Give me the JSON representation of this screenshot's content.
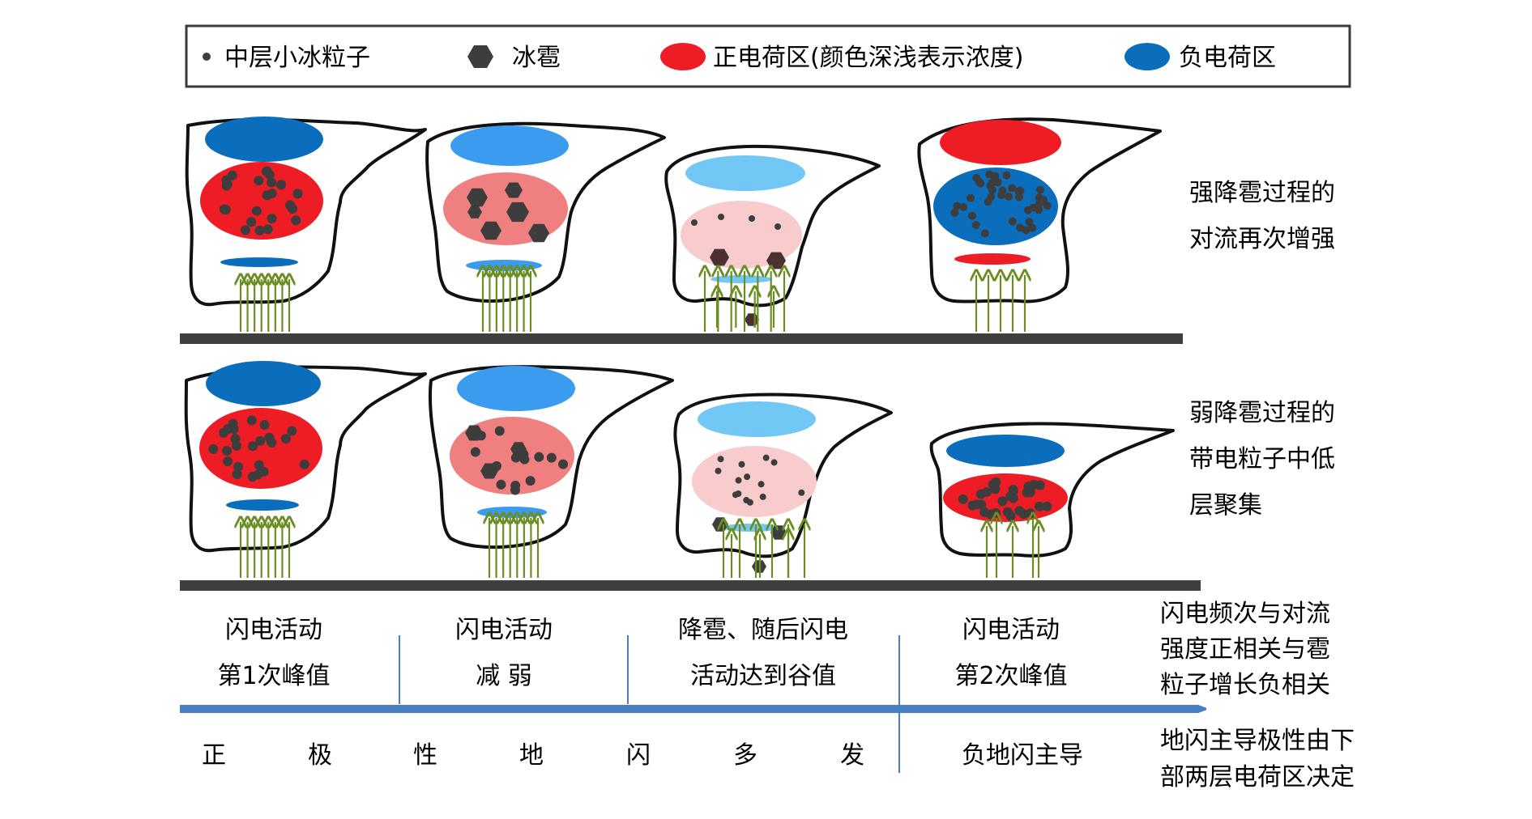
{
  "legend": {
    "small_ice": "中层小冰粒子",
    "hail": "冰雹",
    "positive": "正电荷区(颜色深浅表示浓度)",
    "negative": "负电荷区"
  },
  "rows": [
    {
      "note": [
        "强降雹过程的",
        "对流再次增强"
      ]
    },
    {
      "note": [
        "弱降雹过程的",
        "带电粒子中低",
        "层聚集"
      ]
    }
  ],
  "stages": [
    {
      "label": [
        "闪电活动",
        "第1次峰值"
      ]
    },
    {
      "label": [
        "闪电活动",
        "减 弱"
      ]
    },
    {
      "label": [
        "降雹、随后闪电",
        "活动达到谷值"
      ]
    },
    {
      "label": [
        "闪电活动",
        "第2次峰值"
      ]
    }
  ],
  "stage_note": [
    "闪电频次与对流",
    "强度正相关与雹",
    "粒子增长负相关"
  ],
  "polarity": {
    "positive_chars": [
      "正",
      "极",
      "性",
      "地",
      "闪",
      "多",
      "发"
    ],
    "negative": "负地闪主导"
  },
  "polarity_note": [
    "地闪主导极性由下",
    "部两层电荷区决定"
  ],
  "colors": {
    "pos_strong": "#ee1c25",
    "pos_medium": "#f08080",
    "pos_light": "#f8cccc",
    "neg_strong": "#0a6ebd",
    "neg_medium": "#3a9bef",
    "neg_light": "#72c8f4",
    "updraft": "#6b8e23",
    "particle": "#3d3d3d",
    "ground": "#3f3f3f",
    "timeline": "#4a7ec2"
  }
}
